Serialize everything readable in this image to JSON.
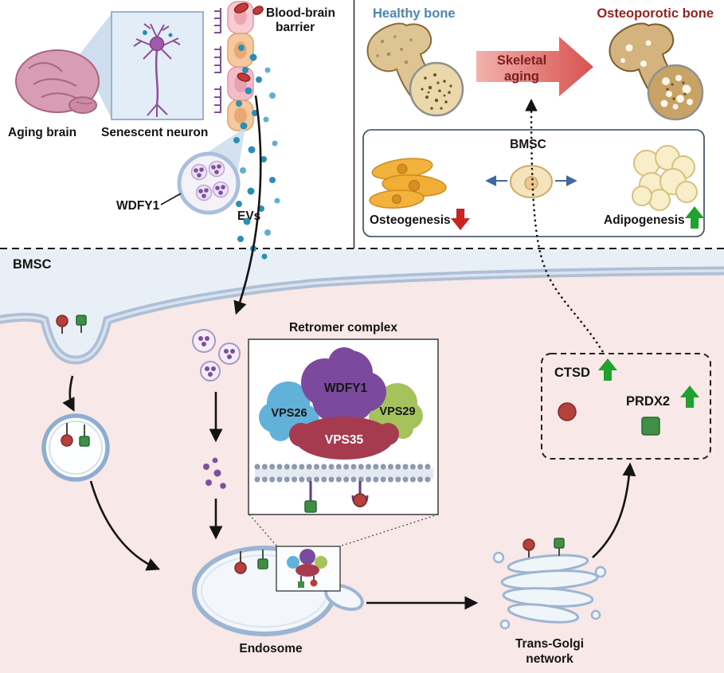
{
  "colors": {
    "healthy_blue": "#4a86b8",
    "osteo_red": "#9b1f1f",
    "skeletal_text": "#7e1f1f",
    "up_green": "#1fa32e",
    "down_red": "#cc2222",
    "receptor_red": "#b5413d",
    "receptor_green": "#3f8f47",
    "vps26_blue": "#62b1d8",
    "wdfy1_purple": "#7b4a9e",
    "vps29_green": "#a5c35c",
    "vps35_red": "#a63b50",
    "ev_dot_teal": "#2b8fb5",
    "membrane_blue": "#aebfd6",
    "cytoplasm_pink": "#f8e8e7"
  },
  "brain_panel": {
    "aging_brain_label": "Aging brain",
    "senescent_neuron_label": "Senescent neuron",
    "bbb_label_line1": "Blood-brain",
    "bbb_label_line2": "barrier",
    "wdfy1_label": "WDFY1",
    "evs_label": "EVs"
  },
  "bone_panel": {
    "healthy_bone_label": "Healthy bone",
    "osteoporotic_bone_label": "Osteoporotic bone",
    "skeletal_aging_line1": "Skeletal",
    "skeletal_aging_line2": "aging",
    "bmsc_label": "BMSC",
    "osteogenesis_label": "Osteogenesis",
    "adipogenesis_label": "Adipogenesis"
  },
  "cell_panel": {
    "bmsc_label": "BMSC",
    "retromer_title": "Retromer complex",
    "vps26_label": "VPS26",
    "wdfy1_label": "WDFY1",
    "vps29_label": "VPS29",
    "vps35_label": "VPS35",
    "endosome_label": "Endosome",
    "tgn_label_line1": "Trans-Golgi",
    "tgn_label_line2": "network",
    "ctsd_label": "CTSD",
    "prdx2_label": "PRDX2"
  }
}
